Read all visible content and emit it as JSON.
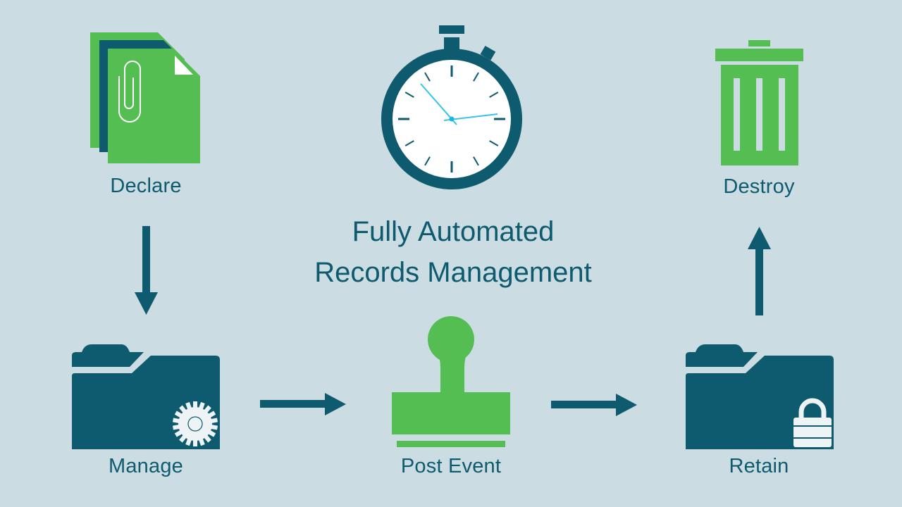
{
  "title": {
    "line1": "Fully Automated",
    "line2": "Records Management"
  },
  "colors": {
    "background": "#cbdde2",
    "primary_dark": "#0e5a6e",
    "accent_green": "#55be52",
    "clock_hand": "#35c5e8",
    "icon_light": "#eef3f5"
  },
  "steps": [
    {
      "id": "declare",
      "label": "Declare",
      "icon": "documents-paperclip-icon"
    },
    {
      "id": "manage",
      "label": "Manage",
      "icon": "folder-gear-icon"
    },
    {
      "id": "post-event",
      "label": "Post Event",
      "icon": "stamp-icon"
    },
    {
      "id": "retain",
      "label": "Retain",
      "icon": "folder-lock-icon"
    },
    {
      "id": "destroy",
      "label": "Destroy",
      "icon": "trash-icon"
    }
  ],
  "center_icon": "stopwatch-icon",
  "flow": [
    {
      "from": "Declare",
      "to": "Manage",
      "direction": "down"
    },
    {
      "from": "Manage",
      "to": "Post Event",
      "direction": "right"
    },
    {
      "from": "Post Event",
      "to": "Retain",
      "direction": "right"
    },
    {
      "from": "Retain",
      "to": "Destroy",
      "direction": "up"
    }
  ]
}
